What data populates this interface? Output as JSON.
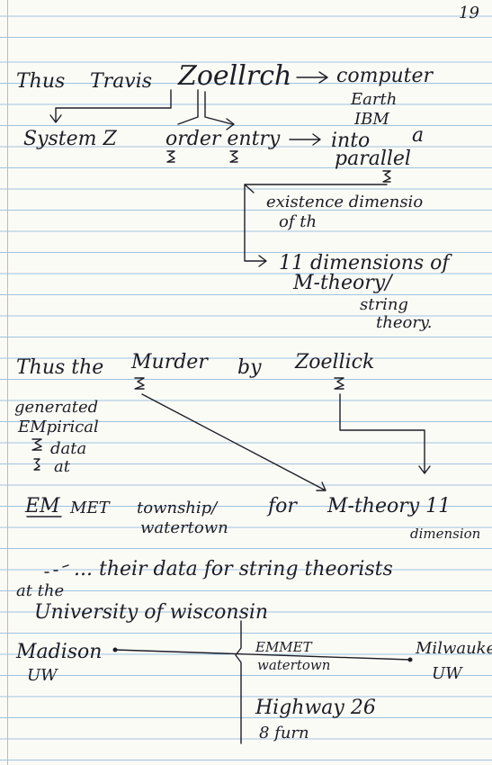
{
  "page_number": "19",
  "block1": {
    "thus": "Thus",
    "travis": "Travis",
    "zoellrch": "Zoellrch",
    "computer": "computer",
    "earth": "Earth",
    "ibm": "IBM",
    "system_z": "System Z",
    "order_entry": "order entry",
    "into": "into",
    "a": "a",
    "parallel": "parallel",
    "existence_dimension": "existence dimensio",
    "of_th": "of th",
    "eleven_dimensions": "11 dimensions of",
    "m_theory": "M-theory/",
    "string": "string",
    "theory": "theory."
  },
  "block2": {
    "thus_the": "Thus the",
    "murder": "Murder",
    "by": "by",
    "zoellick": "Zoellick",
    "generated": "generated",
    "empirical": "EMpirical",
    "data": "data",
    "at": "at",
    "em": "EM",
    "met": "MET",
    "township": "township/",
    "watertown": "watertown",
    "for": "for",
    "m_theory_11": "M-theory 11",
    "dimension": "dimension"
  },
  "block3": {
    "line1": "... their data for string theorists",
    "at_the": "at the",
    "university": "University of wisconsin"
  },
  "block4": {
    "madison": "Madison",
    "uw_left": "UW",
    "emmet": "EMMET",
    "watertown": "watertown",
    "milwaukee": "Milwaukee",
    "uw_right": "UW",
    "highway": "Highway 26",
    "eight_furn": "8 furn"
  }
}
